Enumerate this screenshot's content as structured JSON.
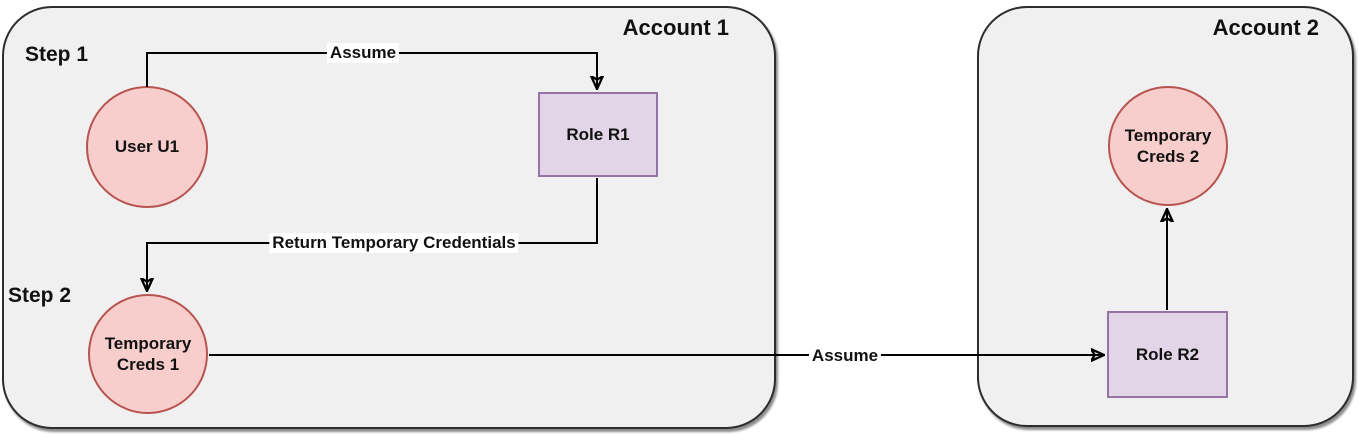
{
  "colors": {
    "container_fill": "#f0f0f0",
    "container_border": "#2d2d2d",
    "circle_fill": "#f8cecc",
    "circle_border": "#b85450",
    "rect_fill": "#e1d5e7",
    "rect_border": "#9673a6",
    "wire": "#000000",
    "label_bg": "#ffffff"
  },
  "accounts": {
    "account1": {
      "label": "Account 1"
    },
    "account2": {
      "label": "Account 2"
    }
  },
  "steps": {
    "step1": {
      "label": "Step 1"
    },
    "step2": {
      "label": "Step 2"
    }
  },
  "nodes": {
    "user_u1": {
      "label": "User U1",
      "shape": "circle"
    },
    "role_r1": {
      "label": "Role R1",
      "shape": "rect"
    },
    "temp_creds_1": {
      "label": "Temporary Creds 1",
      "shape": "circle"
    },
    "role_r2": {
      "label": "Role R2",
      "shape": "rect"
    },
    "temp_creds_2": {
      "label": "Temporary Creds 2",
      "shape": "circle"
    }
  },
  "edges": {
    "assume1": {
      "label": "Assume",
      "from": "user_u1",
      "to": "role_r1"
    },
    "return_creds": {
      "label": "Return Temporary Credentials",
      "from": "role_r1",
      "to": "temp_creds_1"
    },
    "assume2": {
      "label": "Assume",
      "from": "temp_creds_1",
      "to": "role_r2"
    },
    "get_creds2": {
      "label": "",
      "from": "role_r2",
      "to": "temp_creds_2"
    }
  }
}
